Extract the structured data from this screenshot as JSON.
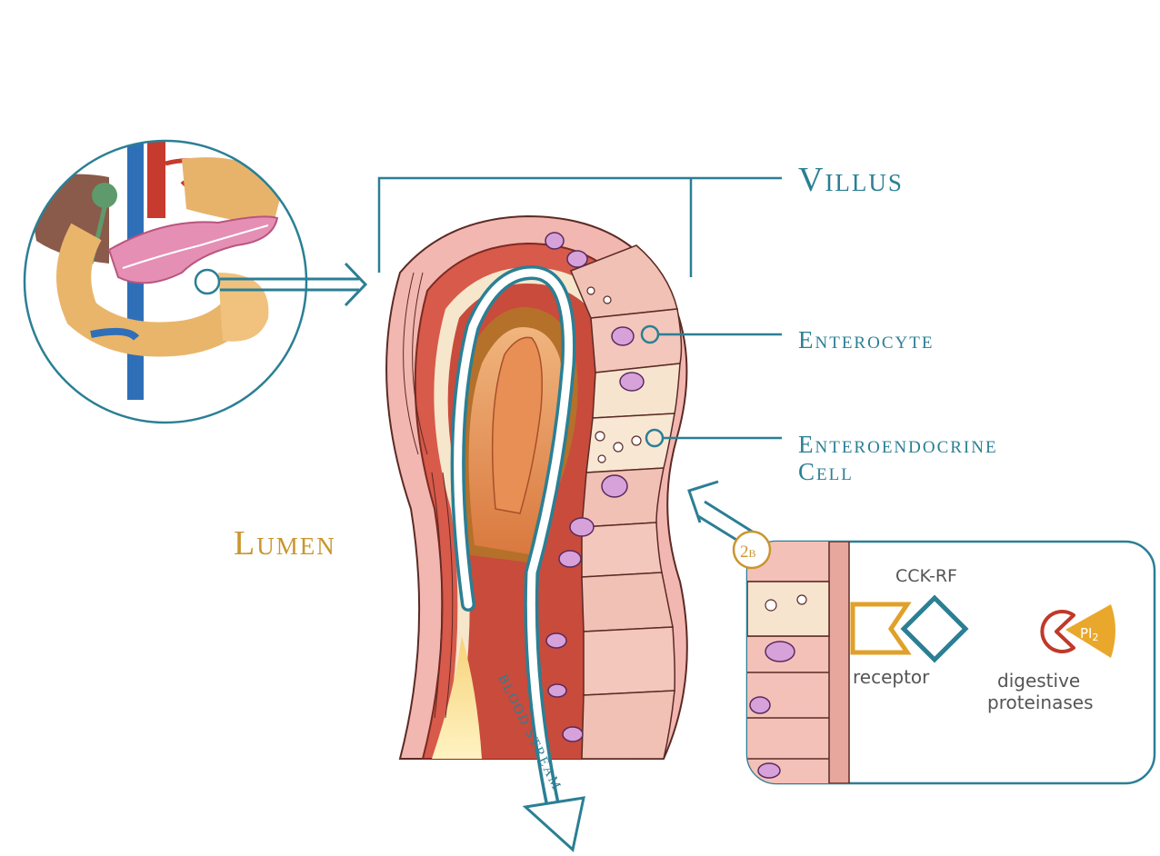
{
  "labels": {
    "villus": "Villus",
    "enterocyte": "Enterocyte",
    "enteroendocrine_line1": "Enteroendocrine",
    "enteroendocrine_line2": "Cell",
    "lumen": "Lumen",
    "blood_stream": "BLOOD STREAM"
  },
  "inset": {
    "badge": "2B",
    "badge_main": "2",
    "badge_sub": "B",
    "cck_rf": "CCK-RF",
    "receptor": "receptor",
    "proteinases_line1": "digestive",
    "proteinases_line2": "proteinases",
    "pi2_main": "PI",
    "pi2_sub": "2"
  },
  "colors": {
    "teal": "#2b7f94",
    "gold": "#c9962e",
    "receptor_orange": "#e0a12a",
    "proteinase_red": "#c0392b",
    "pi2_orange": "#e9a82b",
    "epithelium_pink": "#f2b7b0",
    "cell_cream": "#f7e4cf",
    "vessel_red": "#c94b3c",
    "core_orange": "#e3a06a"
  }
}
